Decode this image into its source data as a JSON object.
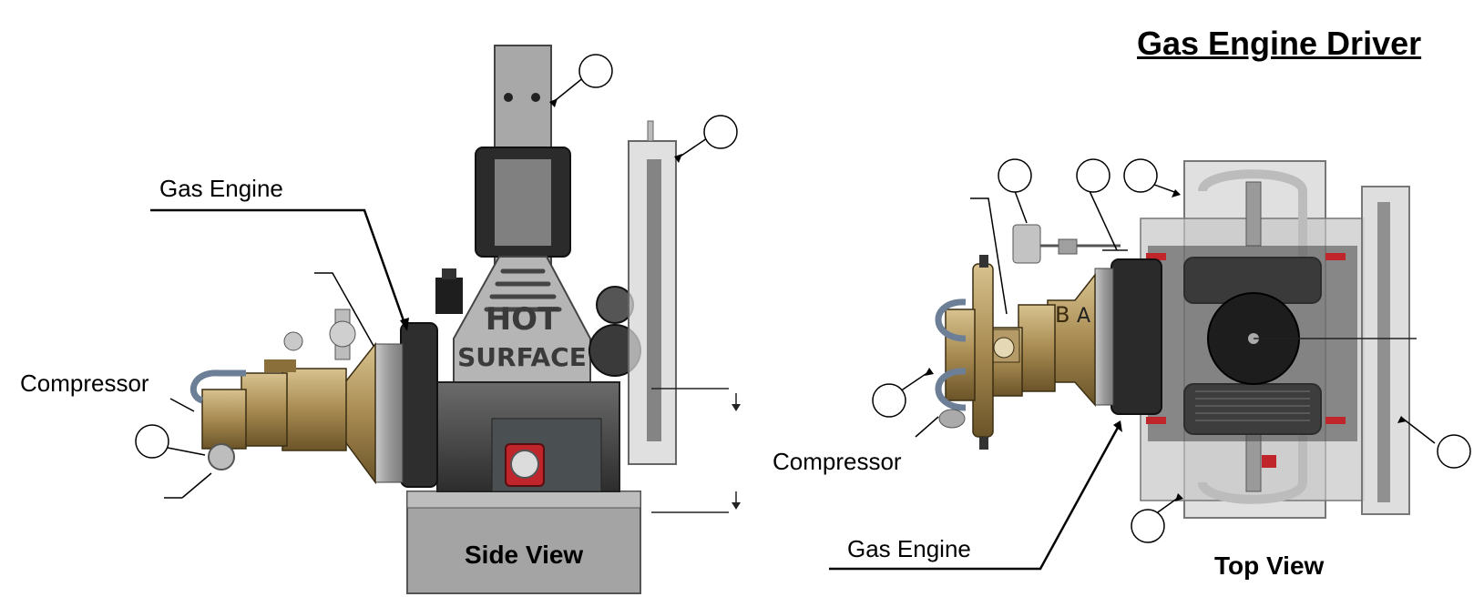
{
  "title": "Gas Engine Driver",
  "side_view": {
    "view_label": "Side View",
    "gas_engine_label": "Gas Engine",
    "compressor_label": "Compressor",
    "stencil_line_1": "HOT",
    "stencil_line_2": "SURFACE",
    "badge_count": 3
  },
  "top_view": {
    "view_label": "Top View",
    "gas_engine_label": "Gas Engine",
    "compressor_label": "Compressor",
    "part_letter_b": "B",
    "part_letter_a": "A",
    "badge_count": 6
  }
}
